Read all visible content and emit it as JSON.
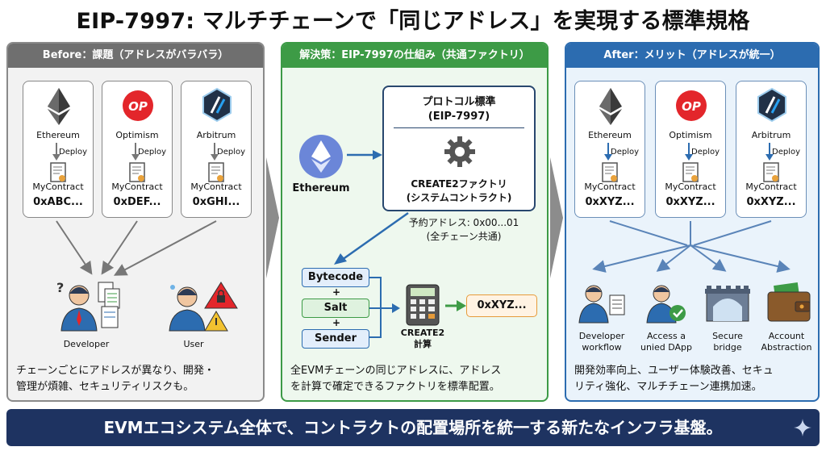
{
  "title": "EIP-7997: マルチチェーンで「同じアドレス」を実現する標準規格",
  "before": {
    "header": "Before：課題（アドレスがバラバラ）",
    "chains": [
      {
        "name": "Ethereum",
        "deploy": "Deploy",
        "contract": "MyContract",
        "address": "0xABC..."
      },
      {
        "name": "Optimism",
        "deploy": "Deploy",
        "contract": "MyContract",
        "address": "0xDEF..."
      },
      {
        "name": "Arbitrum",
        "deploy": "Deploy",
        "contract": "MyContract",
        "address": "0xGHI..."
      }
    ],
    "op_logo": "OP",
    "personas": [
      "Developer",
      "User"
    ],
    "question_mark": "?",
    "description": [
      "チェーンごとにアドレスが異なり、開発・",
      "管理が煩雑、セキュリティリスクも。"
    ]
  },
  "solution": {
    "header": "解決策：EIP-7997の仕組み（共通ファクトリ）",
    "ethereum_label": "Ethereum",
    "protocol_title": [
      "プロトコル標準",
      "(EIP-7997)"
    ],
    "factory": [
      "CREATE2ファクトリ",
      "(システムコントラクト)"
    ],
    "reserved": [
      "予約アドレス: 0x00...01",
      "(全チェーン共通)"
    ],
    "inputs": [
      "Bytecode",
      "Salt",
      "Sender"
    ],
    "plus": "+",
    "calc_label": [
      "CREATE2",
      "計算"
    ],
    "result": "0xXYZ...",
    "description": [
      "全EVMチェーンの同じアドレスに、アドレス",
      "を計算で確定できるファクトリを標準配置。"
    ]
  },
  "after": {
    "header": "After：メリット（アドレスが統一）",
    "chains": [
      {
        "name": "Ethereum",
        "deploy": "Deploy",
        "contract": "MyContract",
        "address": "0xXYZ..."
      },
      {
        "name": "Optimism",
        "deploy": "Deploy",
        "contract": "MyContract",
        "address": "0xXYZ..."
      },
      {
        "name": "Arbitrum",
        "deploy": "Deploy",
        "contract": "MyContract",
        "address": "0xXYZ..."
      }
    ],
    "op_logo": "OP",
    "benefits": [
      [
        "Developer",
        "workflow"
      ],
      [
        "Access a",
        "unied DApp"
      ],
      [
        "Secure",
        "bridge"
      ],
      [
        "Account",
        "Abstraction"
      ]
    ],
    "description": [
      "開発効率向上、ユーザー体験改善、セキュ",
      "リティ強化、マルチチェーン連携加速。"
    ]
  },
  "banner": "EVMエコシステム全体で、コントラクトの配置場所を統一する新たなインフラ基盤。",
  "colors": {
    "before": "#6f6f6f",
    "solution": "#3d9b46",
    "after": "#2c6cb0",
    "banner": "#1e3361",
    "op_red": "#e3262b"
  }
}
